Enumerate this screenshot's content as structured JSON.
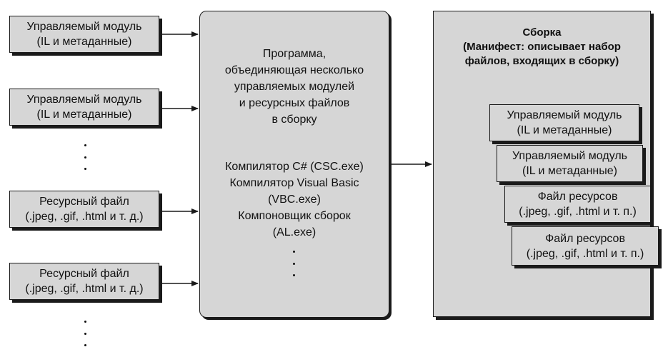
{
  "inputs": [
    {
      "line1": "Управляемый модуль",
      "line2": "(IL и метаданные)"
    },
    {
      "line1": "Управляемый модуль",
      "line2": "(IL и метаданные)"
    },
    {
      "line1": "Ресурсный файл",
      "line2": "(.jpeg, .gif, .html и т. д.)"
    },
    {
      "line1": "Ресурсный файл",
      "line2": "(.jpeg, .gif, .html и т. д.)"
    }
  ],
  "program": {
    "description": [
      "Программа,",
      "объединяющая несколько",
      "управляемых модулей",
      "и ресурсных файлов",
      "в сборку"
    ],
    "tools": [
      "Компилятор C# (CSC.exe)",
      "Компилятор Visual Basic",
      "(VBC.exe)",
      "Компоновщик сборок",
      "(AL.exe)"
    ]
  },
  "assembly": {
    "title": "Сборка",
    "manifest_line1": "(Манифест: описывает набор",
    "manifest_line2": "файлов, входящих в сборку)",
    "contents": [
      {
        "line1": "Управляемый модуль",
        "line2": "(IL и метаданные)"
      },
      {
        "line1": "Управляемый модуль",
        "line2": "(IL и метаданные)"
      },
      {
        "line1": "Файл ресурсов",
        "line2": "(.jpeg, .gif, .html и т. п.)"
      },
      {
        "line1": "Файл ресурсов",
        "line2": "(.jpeg, .gif, .html и т. п.)"
      }
    ]
  },
  "colors": {
    "box_fill": "#d6d6d6",
    "stroke": "#1a1a1a",
    "background": "#ffffff"
  }
}
